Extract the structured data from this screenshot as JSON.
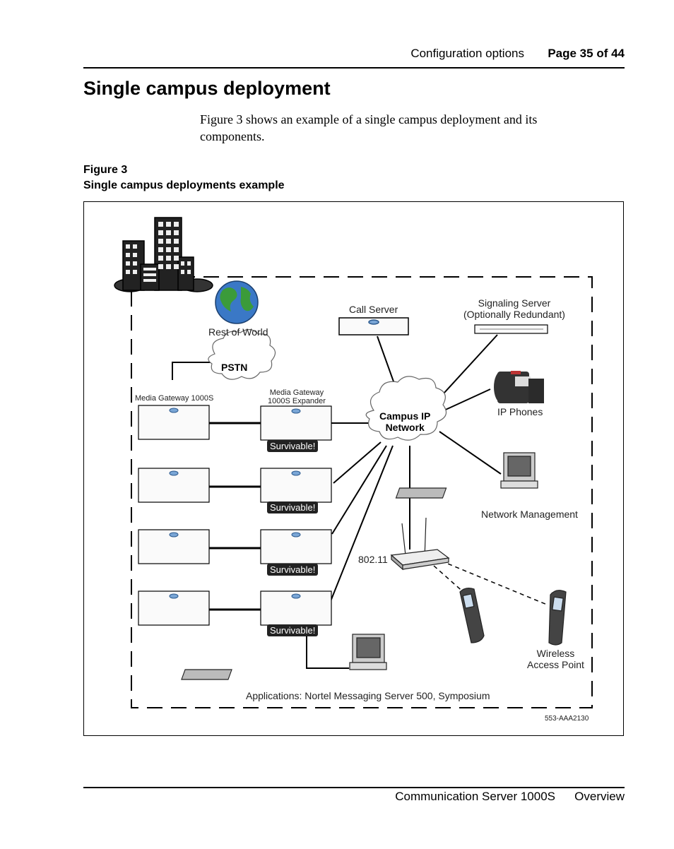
{
  "header": {
    "section": "Configuration options",
    "page": "Page 35 of 44"
  },
  "title": "Single campus deployment",
  "intro": "Figure 3 shows an example of a single campus deployment and its components.",
  "figure": {
    "number": "Figure 3",
    "caption": "Single campus deployments example",
    "labels": {
      "rest_of_world": "Rest of World",
      "pstn": "PSTN",
      "call_server": "Call Server",
      "signaling_server_1": "Signaling Server",
      "signaling_server_2": "(Optionally Redundant)",
      "mg_1000s": "Media Gateway 1000S",
      "mg_expander_1": "Media Gateway",
      "mg_expander_2": "1000S Expander",
      "campus_1": "Campus IP",
      "campus_2": "Network",
      "ip_phones": "IP Phones",
      "network_management": "Network Management",
      "wifi": "802.11",
      "wireless_1": "Wireless",
      "wireless_2": "Access Point",
      "applications": "Applications: Nortel Messaging Server 500, Symposium",
      "survivable": "Survivable!",
      "figure_id": "553-AAA2130"
    }
  },
  "footer": {
    "doc": "Communication Server 1000S",
    "type": "Overview"
  }
}
